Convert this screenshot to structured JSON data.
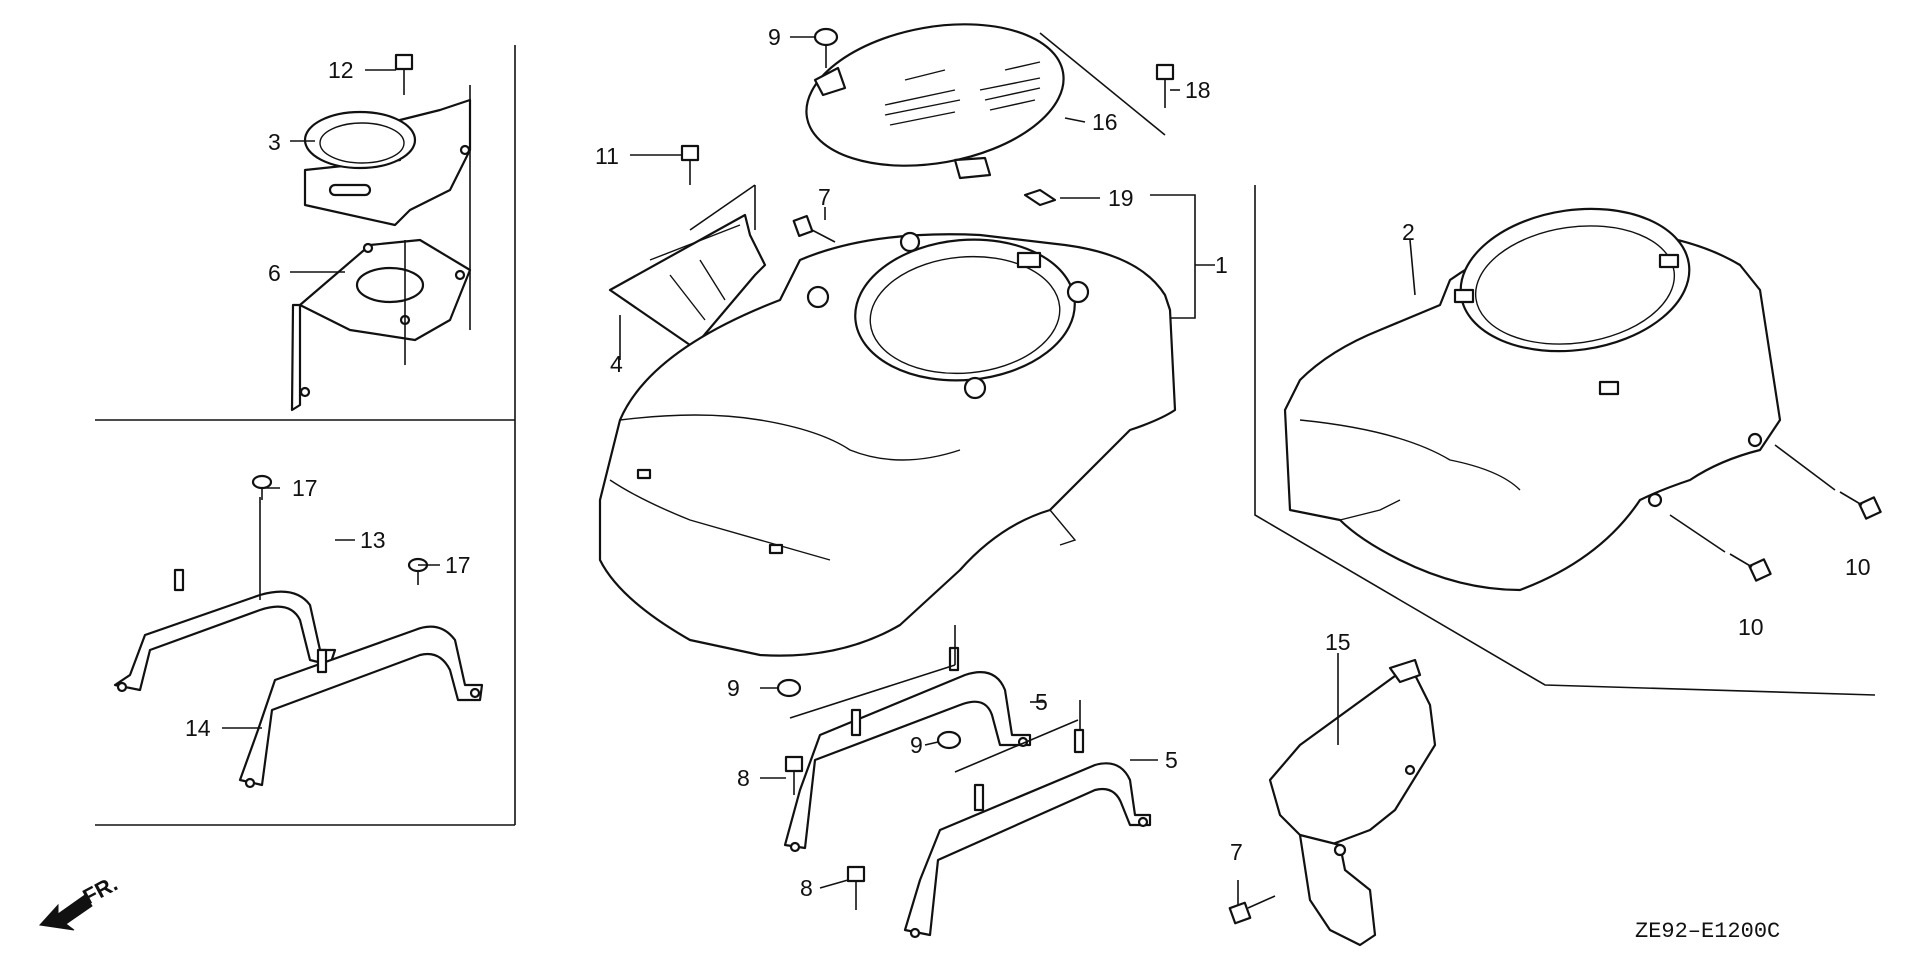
{
  "diagram": {
    "callouts": [
      "1",
      "2",
      "3",
      "4",
      "5",
      "5",
      "6",
      "7",
      "7",
      "8",
      "8",
      "9",
      "9",
      "9",
      "10",
      "10",
      "11",
      "12",
      "13",
      "14",
      "15",
      "16",
      "17",
      "17",
      "18",
      "19"
    ],
    "diagram_code": "ZE92–E1200C",
    "direction_label": "FR."
  }
}
